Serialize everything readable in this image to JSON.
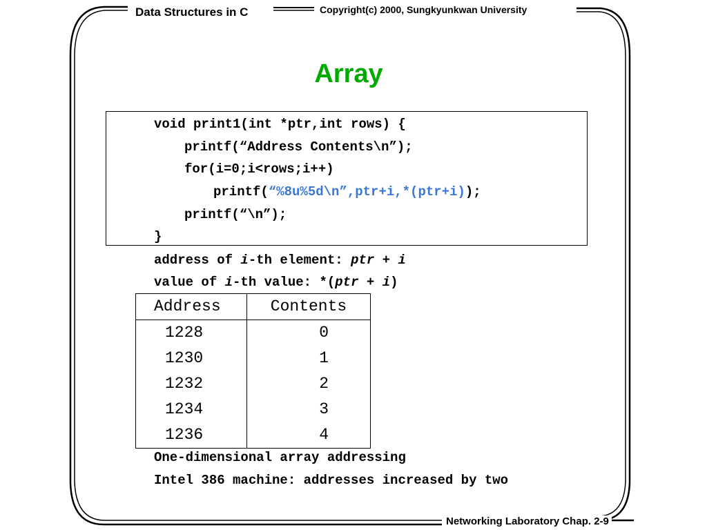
{
  "header": {
    "course": "Data Structures in C",
    "copyright": "Copyright(c) 2000, Sungkyunkwan University"
  },
  "title": "Array",
  "code": {
    "lines": [
      "void print1(int *ptr,int rows) {",
      "printf(“Address Contents\\n”);",
      "for(i=0;i<rows;i++)",
      "printf(",
      "“%8u%5d\\n”,ptr+i,*(ptr+i)",
      ");",
      "printf(“\\n”);",
      "}"
    ],
    "highlight_color": "#3a78d8"
  },
  "notes": {
    "address_prefix": "address of ",
    "address_i": "i",
    "address_middle": "-th element: ",
    "address_ptr": "ptr",
    "address_plus": " + ",
    "address_i2": "i",
    "value_prefix": "value of ",
    "value_i": "i",
    "value_middle": "-th value: *(",
    "value_ptr": "ptr",
    "value_plus": " + ",
    "value_i2": "i",
    "value_close": ")"
  },
  "table": {
    "headers": [
      "Address",
      "Contents"
    ],
    "rows": [
      [
        "1228",
        "0"
      ],
      [
        "1230",
        "1"
      ],
      [
        "1232",
        "2"
      ],
      [
        "1234",
        "3"
      ],
      [
        "1236",
        "4"
      ]
    ]
  },
  "captions": [
    "One-dimensional array addressing",
    "Intel 386 machine: addresses increased by two"
  ],
  "footer": "Networking Laboratory Chap. 2-9",
  "colors": {
    "title": "#00aa00",
    "frame": "#000000"
  }
}
